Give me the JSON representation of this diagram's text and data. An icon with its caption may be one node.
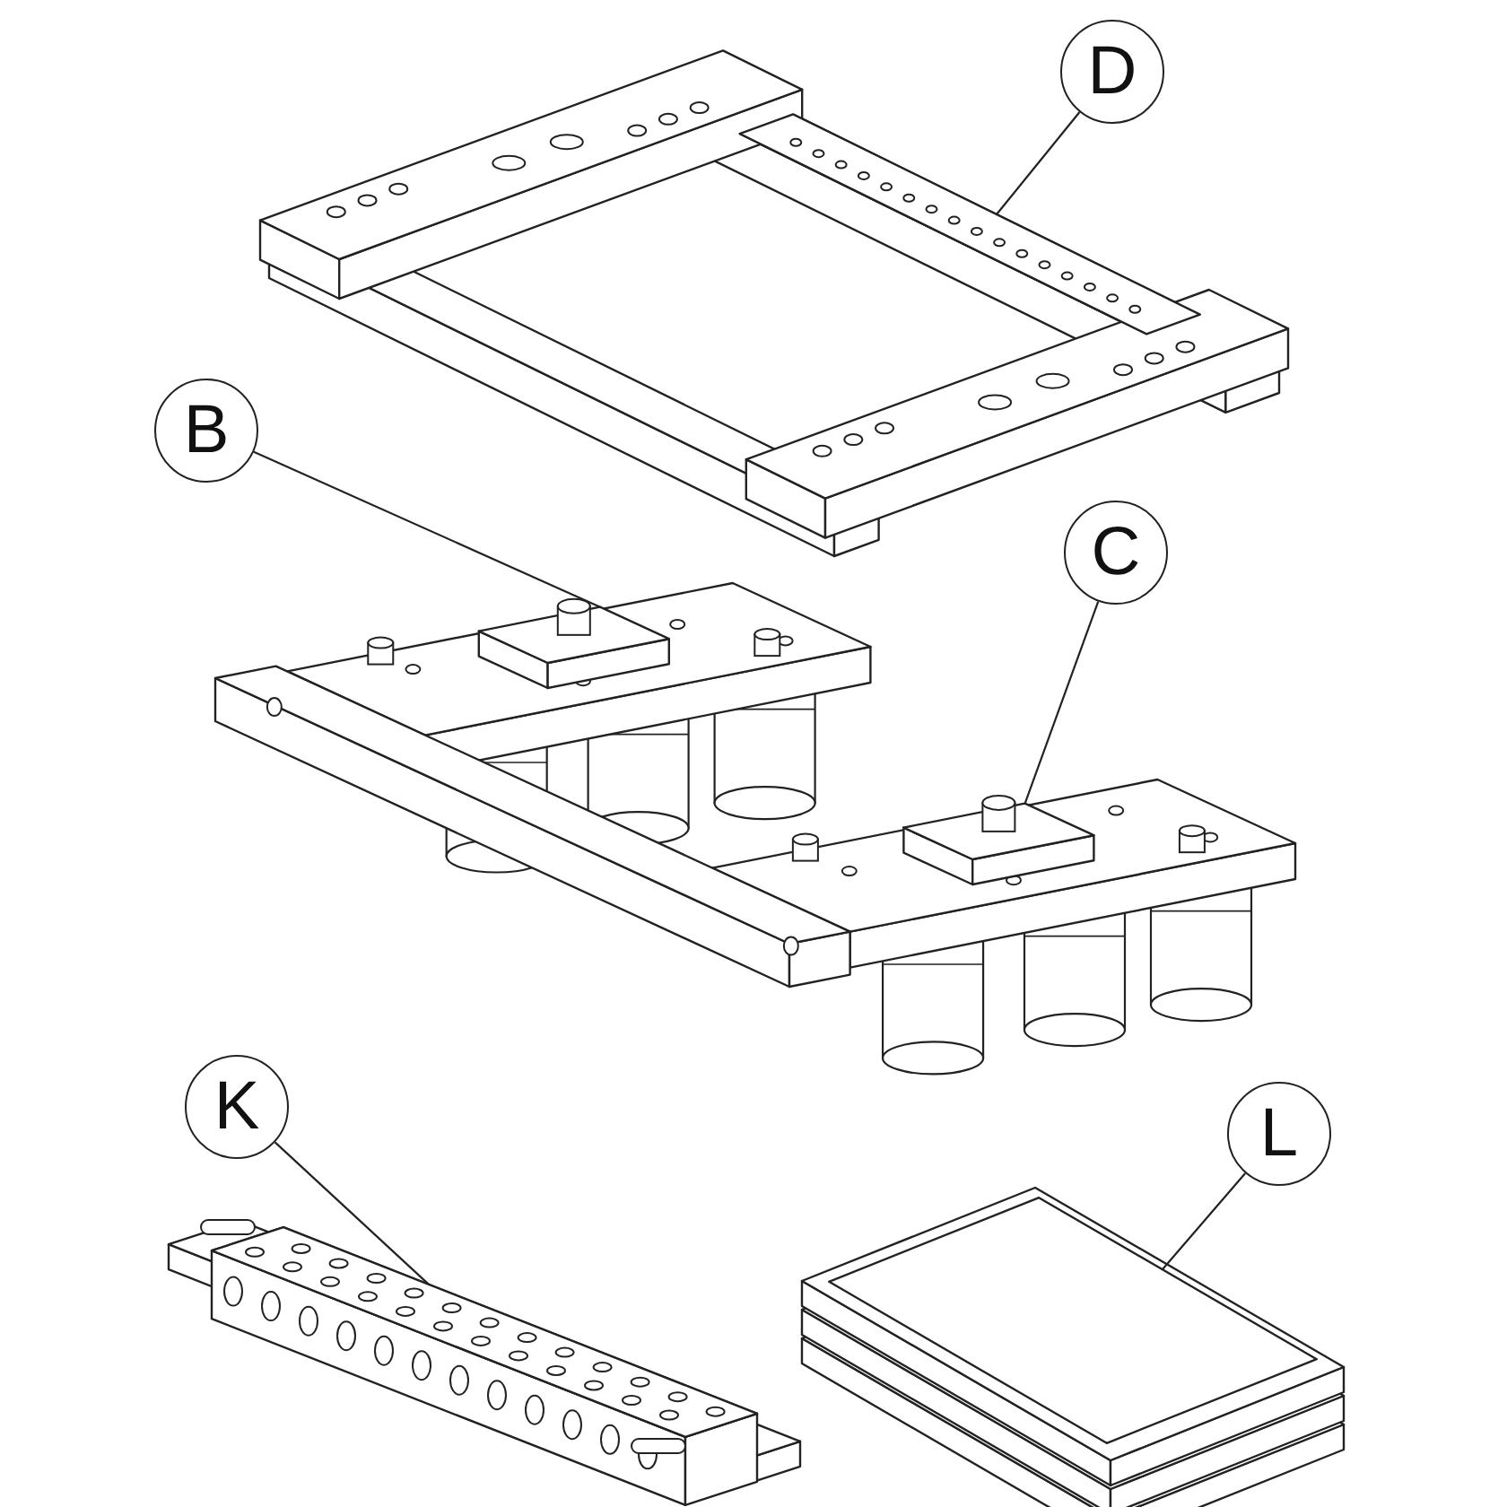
{
  "diagram": {
    "nodes": [
      {
        "text": [
          "D"
        ]
      },
      {
        "text": [],
        "shape": "picture"
      },
      {
        "text": [
          "B"
        ]
      },
      {
        "text": [],
        "shape": "picture"
      },
      {
        "text": [
          "C"
        ]
      },
      {
        "text": [],
        "shape": "picture"
      },
      {
        "text": [
          "K"
        ]
      },
      {
        "text": [],
        "shape": "picture"
      },
      {
        "text": [
          "L"
        ]
      },
      {
        "text": [],
        "shape": "picture"
      }
    ],
    "edges": [
      {
        "from": 0,
        "to": 1,
        "arrow": "none"
      },
      {
        "from": 2,
        "to": 3,
        "arrow": "none"
      },
      {
        "from": 4,
        "to": 5,
        "arrow": "none"
      },
      {
        "from": 6,
        "to": 7,
        "arrow": "none"
      },
      {
        "from": 8,
        "to": 9,
        "arrow": "none"
      }
    ]
  }
}
